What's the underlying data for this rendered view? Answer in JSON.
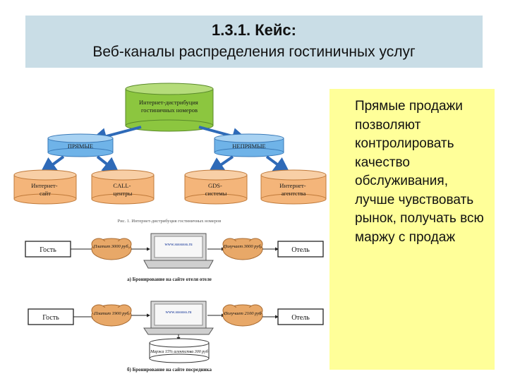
{
  "slide": {
    "title": "1.3.1. Кейс:",
    "subtitle": "Веб-каналы распределения гостиничных услуг"
  },
  "note": {
    "text": "Прямые продажи позволяют контролировать качество обслуживания, лучше чувствовать рынок, получать всю маржу с продаж"
  },
  "diagram": {
    "top_node": "Интернет-дистрибуция гостиничных номеров",
    "mid_left": "ПРЯМЫЕ",
    "mid_right": "НЕПРЯМЫЕ",
    "leaves": [
      "Интернет-сайт",
      "CALL-центры",
      "GDS-системы",
      "Интернет-агентства"
    ],
    "fig_caption": "Рис. 1. Интернет-дистрибуция гостиничных номеров"
  },
  "scheme_a": {
    "guest": "Гость",
    "hotel": "Отель",
    "pay_left": "Платит 3000 руб.",
    "pay_right": "Получает 3000 руб.",
    "url": "www.ssssssss.ru",
    "caption": "а) Бронирование на сайте отеля отеле"
  },
  "scheme_b": {
    "guest": "Гость",
    "hotel": "Отель",
    "pay_left": "Платит 1900 руб",
    "pay_right": "Получает 2100 руб",
    "url": "www.sssssss.ru",
    "margin": "Маржа 15% агентства 300 руб",
    "caption": "б) Бронирование на сайте посредника"
  },
  "colors": {
    "title_bg": "#c9dde6",
    "note_bg": "#ffff99",
    "green_node": "#8cc63f",
    "blue_node": "#6fb3e8",
    "orange_node": "#f4b57a",
    "arrow_blue": "#2e6ab8",
    "cloud": "#e8a868"
  }
}
